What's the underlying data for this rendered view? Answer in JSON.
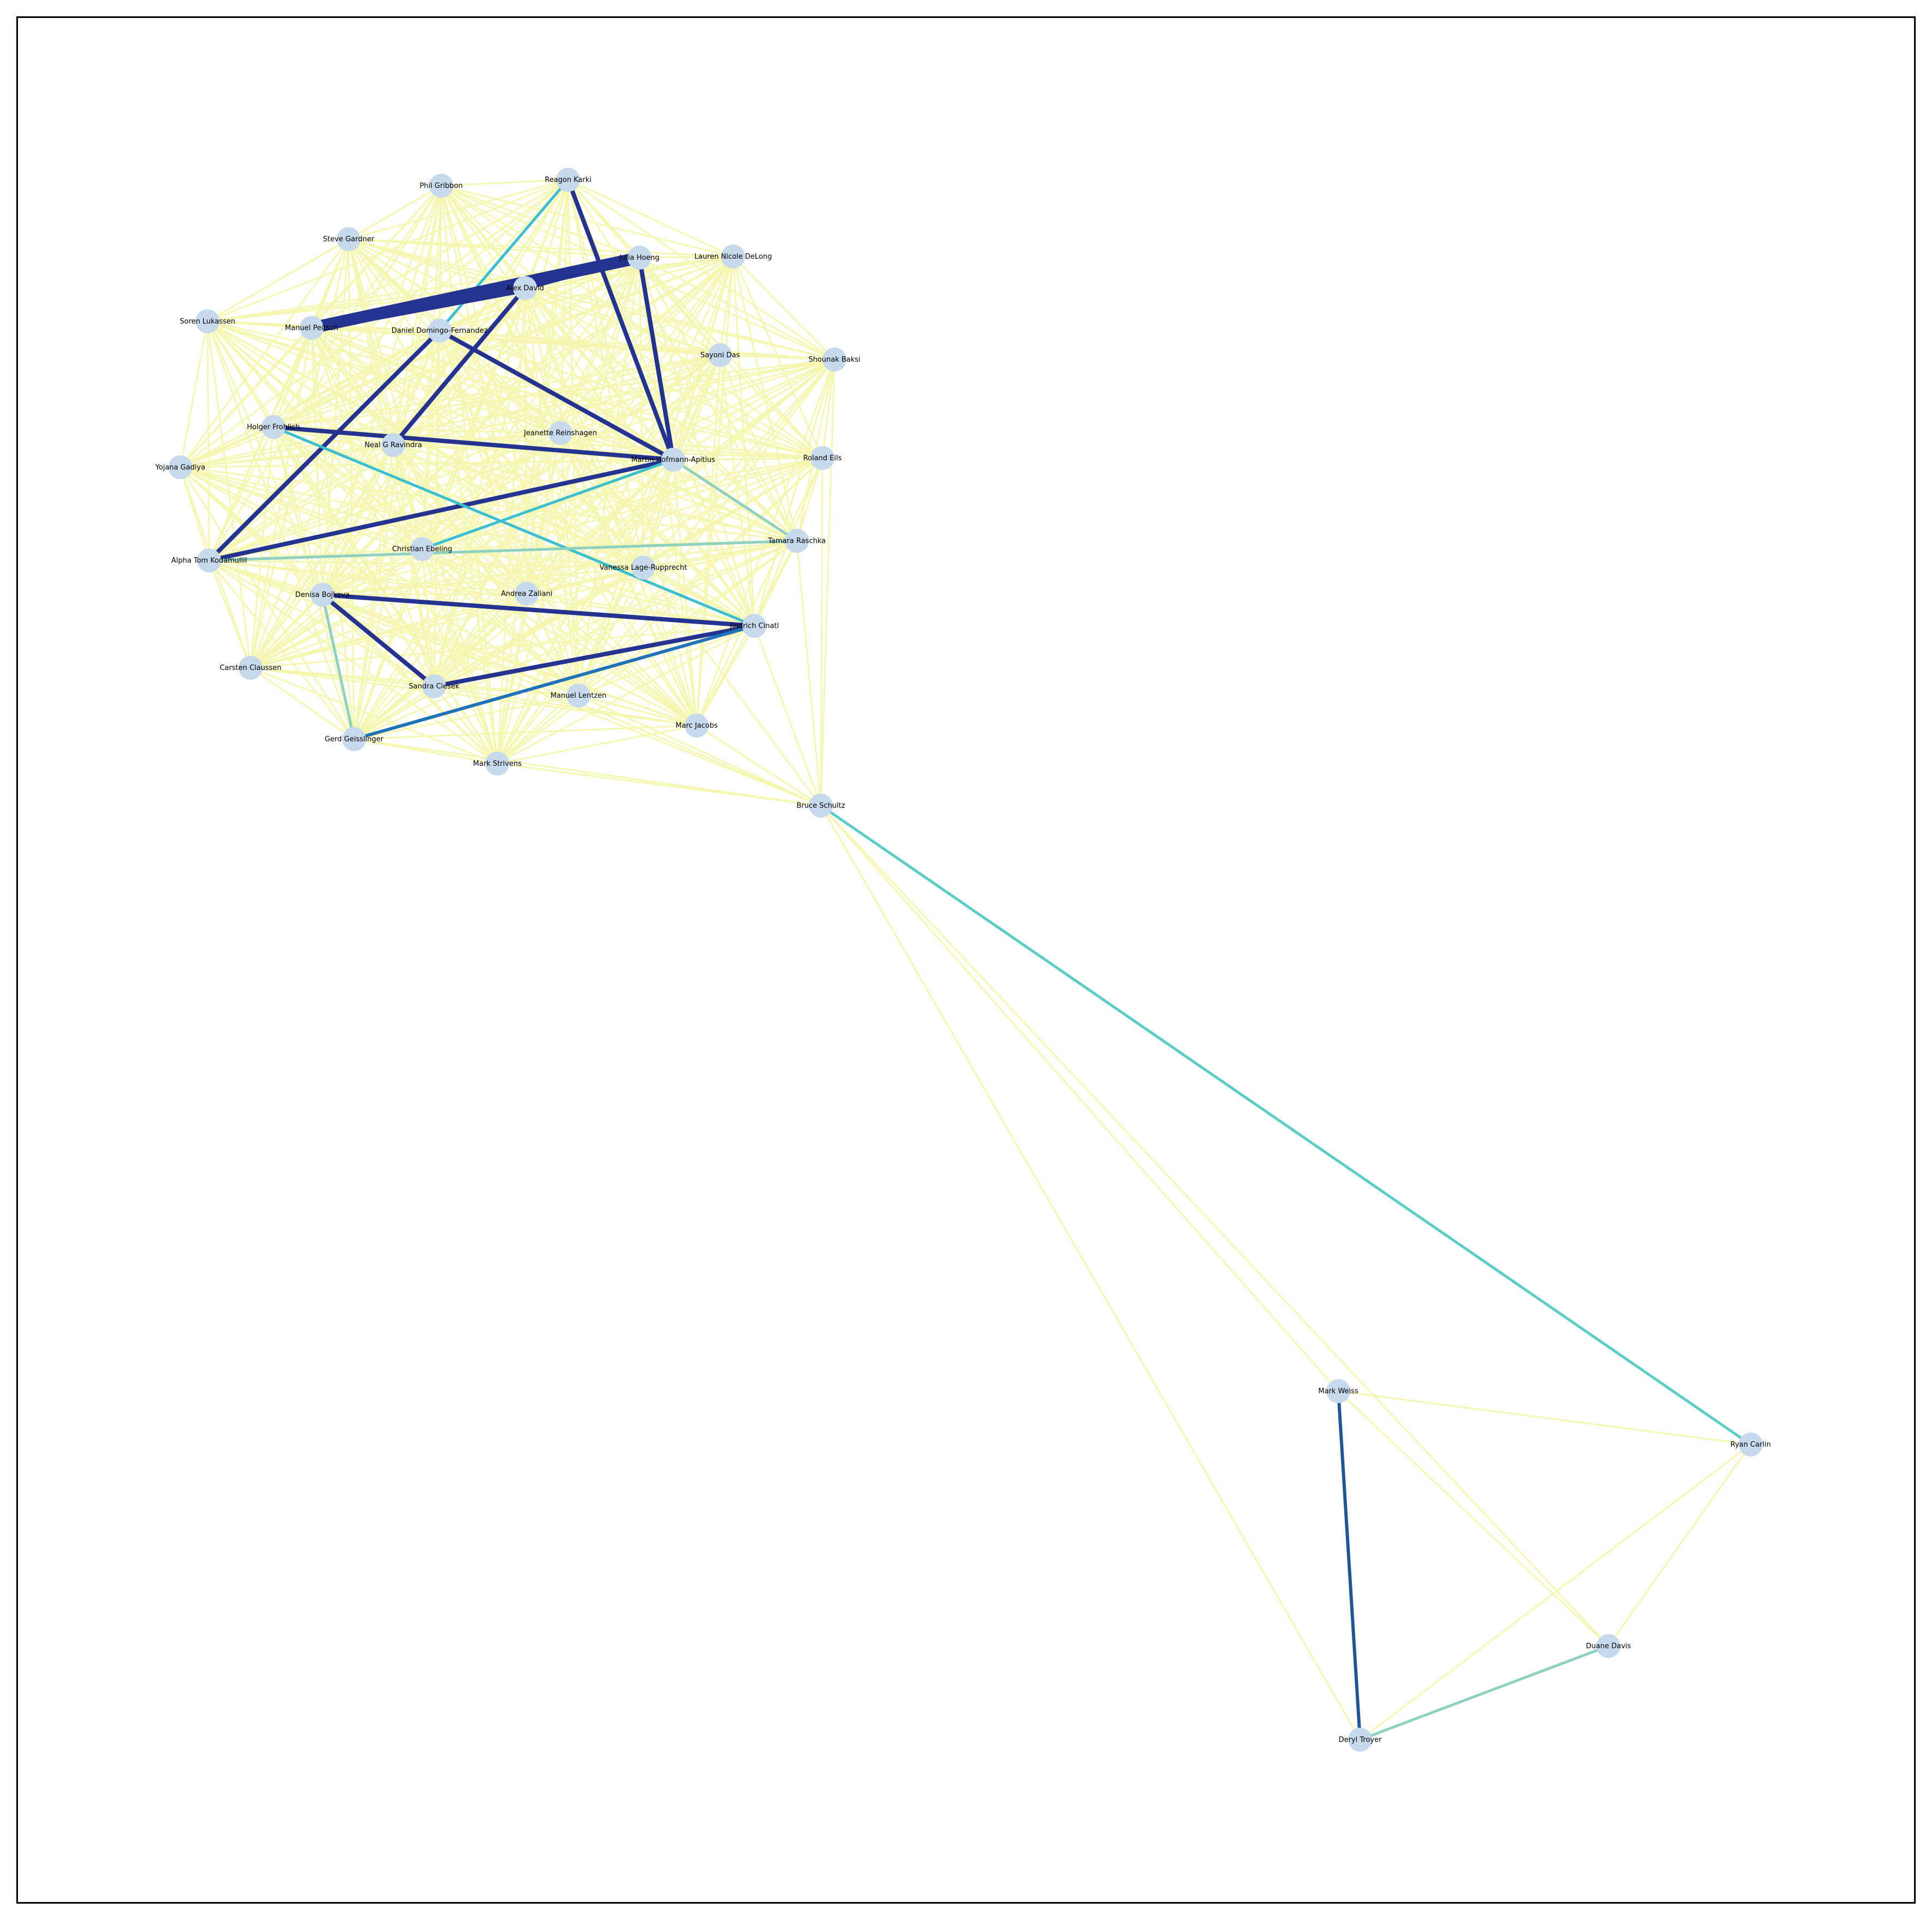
{
  "colors": {
    "node_fill": "#c7d9ec",
    "edge_weak": "#f5f7b0",
    "edge_light_green": "#c6e8b2",
    "edge_mint": "#8fd1c0",
    "edge_teal": "#5ccdc4",
    "edge_cyan": "#3bbfd0",
    "edge_blue": "#2173b8",
    "edge_mid_navy": "#205696",
    "edge_navy": "#24338f"
  },
  "nodes": [
    {
      "id": "reagon",
      "label": "Reagon Karki"
    },
    {
      "id": "phil",
      "label": "Phil Gribbon"
    },
    {
      "id": "steve",
      "label": "Steve Gardner"
    },
    {
      "id": "hoeng",
      "label": "Julia Hoeng"
    },
    {
      "id": "lauren",
      "label": "Lauren Nicole DeLong"
    },
    {
      "id": "david",
      "label": "Alex David"
    },
    {
      "id": "soren",
      "label": "Soren Lukassen"
    },
    {
      "id": "peitsch",
      "label": "Manuel Peitsch"
    },
    {
      "id": "domingo",
      "label": "Daniel Domingo-Fernandez"
    },
    {
      "id": "sayoni",
      "label": "Sayoni Das"
    },
    {
      "id": "shounak",
      "label": "Shounak Baksi"
    },
    {
      "id": "holger",
      "label": "Holger Frohlich"
    },
    {
      "id": "neal",
      "label": "Neal G Ravindra"
    },
    {
      "id": "jeanette",
      "label": "Jeanette Reinshagen"
    },
    {
      "id": "martin",
      "label": "Martin Hofmann-Apitius"
    },
    {
      "id": "roland",
      "label": "Roland Eils"
    },
    {
      "id": "yojana",
      "label": "Yojana Gadiya"
    },
    {
      "id": "alpha",
      "label": "Alpha Tom Kodamullil"
    },
    {
      "id": "christian",
      "label": "Christian Ebeling"
    },
    {
      "id": "tamara",
      "label": "Tamara Raschka"
    },
    {
      "id": "vanessa",
      "label": "Vanessa Lage-Rupprecht"
    },
    {
      "id": "denisa",
      "label": "Denisa Bojkova"
    },
    {
      "id": "andrea",
      "label": "Andrea Zaliani"
    },
    {
      "id": "cinatl",
      "label": "Jindrich Cinatl"
    },
    {
      "id": "carsten",
      "label": "Carsten Claussen"
    },
    {
      "id": "sandra",
      "label": "Sandra Ciesek"
    },
    {
      "id": "lentzen",
      "label": "Manuel Lentzen"
    },
    {
      "id": "marc",
      "label": "Marc Jacobs"
    },
    {
      "id": "gerd",
      "label": "Gerd Geisslinger"
    },
    {
      "id": "strivens",
      "label": "Mark Strivens"
    },
    {
      "id": "bruce",
      "label": "Bruce Schultz"
    },
    {
      "id": "weiss",
      "label": "Mark Weiss"
    },
    {
      "id": "ryan",
      "label": "Ryan Carlin"
    },
    {
      "id": "duane",
      "label": "Duane Davis"
    },
    {
      "id": "deryl",
      "label": "Deryl Troyer"
    }
  ],
  "edges": {
    "strong": [
      [
        "peitsch",
        "hoeng",
        "edge_navy"
      ],
      [
        "peitsch",
        "david",
        "edge_navy"
      ],
      [
        "david",
        "hoeng",
        "edge_navy"
      ],
      [
        "alpha",
        "domingo",
        "edge_navy"
      ],
      [
        "alpha",
        "martin",
        "edge_navy"
      ],
      [
        "neal",
        "david",
        "edge_navy"
      ],
      [
        "denisa",
        "cinatl",
        "edge_navy"
      ],
      [
        "denisa",
        "sandra",
        "edge_navy"
      ],
      [
        "sandra",
        "cinatl",
        "edge_navy"
      ],
      [
        "gerd",
        "cinatl",
        "edge_blue"
      ],
      [
        "reagon",
        "martin",
        "edge_navy"
      ],
      [
        "hoeng",
        "martin",
        "edge_navy"
      ],
      [
        "holger",
        "martin",
        "edge_navy"
      ],
      [
        "domingo",
        "martin",
        "edge_navy"
      ],
      [
        "reagon",
        "domingo",
        "edge_cyan"
      ],
      [
        "holger",
        "cinatl",
        "edge_cyan"
      ],
      [
        "christian",
        "martin",
        "edge_cyan"
      ],
      [
        "alpha",
        "tamara",
        "edge_mint"
      ],
      [
        "martin",
        "tamara",
        "edge_mint"
      ],
      [
        "denisa",
        "gerd",
        "edge_mint"
      ],
      [
        "bruce",
        "ryan",
        "edge_teal"
      ],
      [
        "weiss",
        "deryl",
        "edge_mid_navy"
      ],
      [
        "deryl",
        "duane",
        "edge_mint"
      ]
    ],
    "weak_extra": [
      [
        "bruce",
        "weiss"
      ],
      [
        "bruce",
        "duane"
      ],
      [
        "bruce",
        "deryl"
      ],
      [
        "weiss",
        "ryan"
      ],
      [
        "weiss",
        "duane"
      ],
      [
        "deryl",
        "ryan"
      ],
      [
        "duane",
        "ryan"
      ],
      [
        "bruce",
        "strivens"
      ],
      [
        "bruce",
        "marc"
      ],
      [
        "bruce",
        "cinatl"
      ],
      [
        "bruce",
        "tamara"
      ],
      [
        "bruce",
        "roland"
      ],
      [
        "bruce",
        "shounak"
      ],
      [
        "bruce",
        "gerd"
      ],
      [
        "bruce",
        "lentzen"
      ],
      [
        "bruce",
        "vanessa"
      ],
      [
        "bruce",
        "denisa"
      ],
      [
        "bruce",
        "christian"
      ],
      [
        "bruce",
        "alpha"
      ]
    ]
  }
}
